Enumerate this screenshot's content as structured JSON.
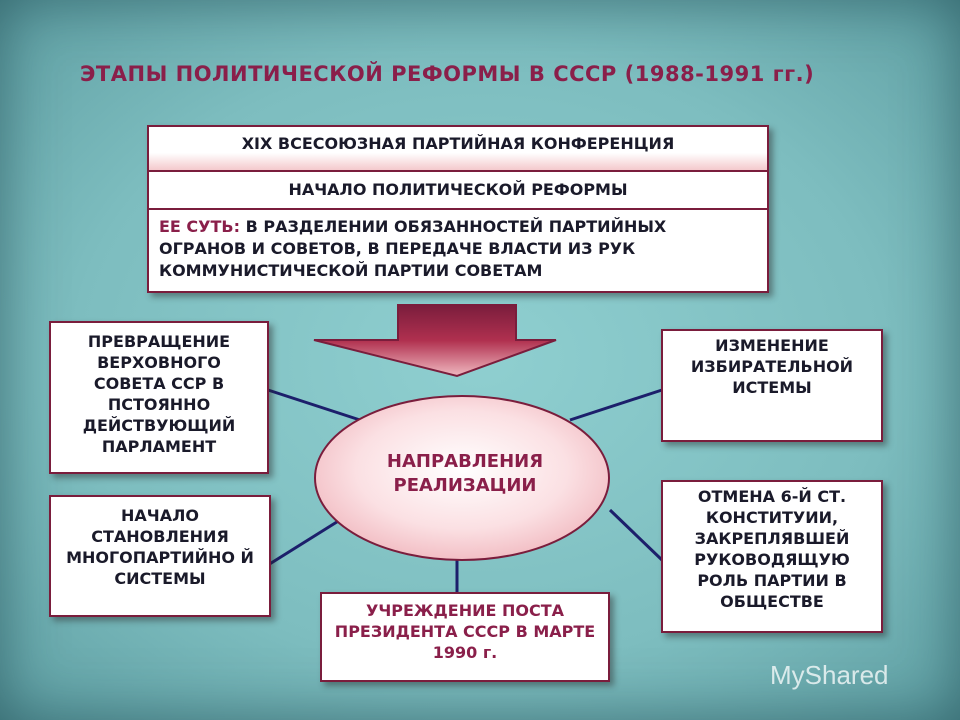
{
  "title": "ЭТАПЫ ПОЛИТИЧЕСКОЙ РЕФОРМЫ В СССР (1988-1991 гг.)",
  "conference": {
    "name": "XIX ВСЕСОЮЗНАЯ ПАРТИЙНАЯ КОНФЕРЕНЦИЯ",
    "start": "НАЧАЛО ПОЛИТИЧЕСКОЙ РЕФОРМЫ",
    "essence_label": "ЕЕ СУТЬ:",
    "essence_text": " В РАЗДЕЛЕНИИ ОБЯЗАННОСТЕЙ ПАРТИЙНЫХ ОГРАНОВ И СОВЕТОВ, В ПЕРЕДАЧЕ ВЛАСТИ ИЗ РУК КОММУНИСТИЧЕСКОЙ ПАРТИИ СОВЕТАМ"
  },
  "center": {
    "line1": "НАПРАВЛЕНИЯ",
    "line2": "РЕАЛИЗАЦИИ"
  },
  "directions": {
    "parliament": "ПРЕВРАЩЕНИЕ ВЕРХОВНОГО СОВЕТА ССР В ПСТОЯННО ДЕЙСТВУЮЩИЙ ПАРЛАМЕНТ",
    "multiparty": "НАЧАЛО СТАНОВЛЕНИЯ МНОГОПАРТИЙНО Й СИСТЕМЫ",
    "president": "УЧРЕЖДЕНИЕ ПОСТА ПРЕЗИДЕНТА СССР В МАРТЕ 1990 г.",
    "electoral": "ИЗМЕНЕНИЕ ИЗБИРАТЕЛЬНОЙ ИСТЕМЫ",
    "article6": "ОТМЕНА 6-Й СТ. КОНСТИТУИИ, ЗАКРЕПЛЯВШЕЙ РУКОВОДЯЩУЮ РОЛЬ ПАРТИИ В ОБЩЕСТВЕ"
  },
  "watermark": "MyShared",
  "colors": {
    "accent": "#8a1f4a",
    "border": "#7a1d3c",
    "background": "#7fbfc1",
    "lines": "#1c1f6b"
  }
}
